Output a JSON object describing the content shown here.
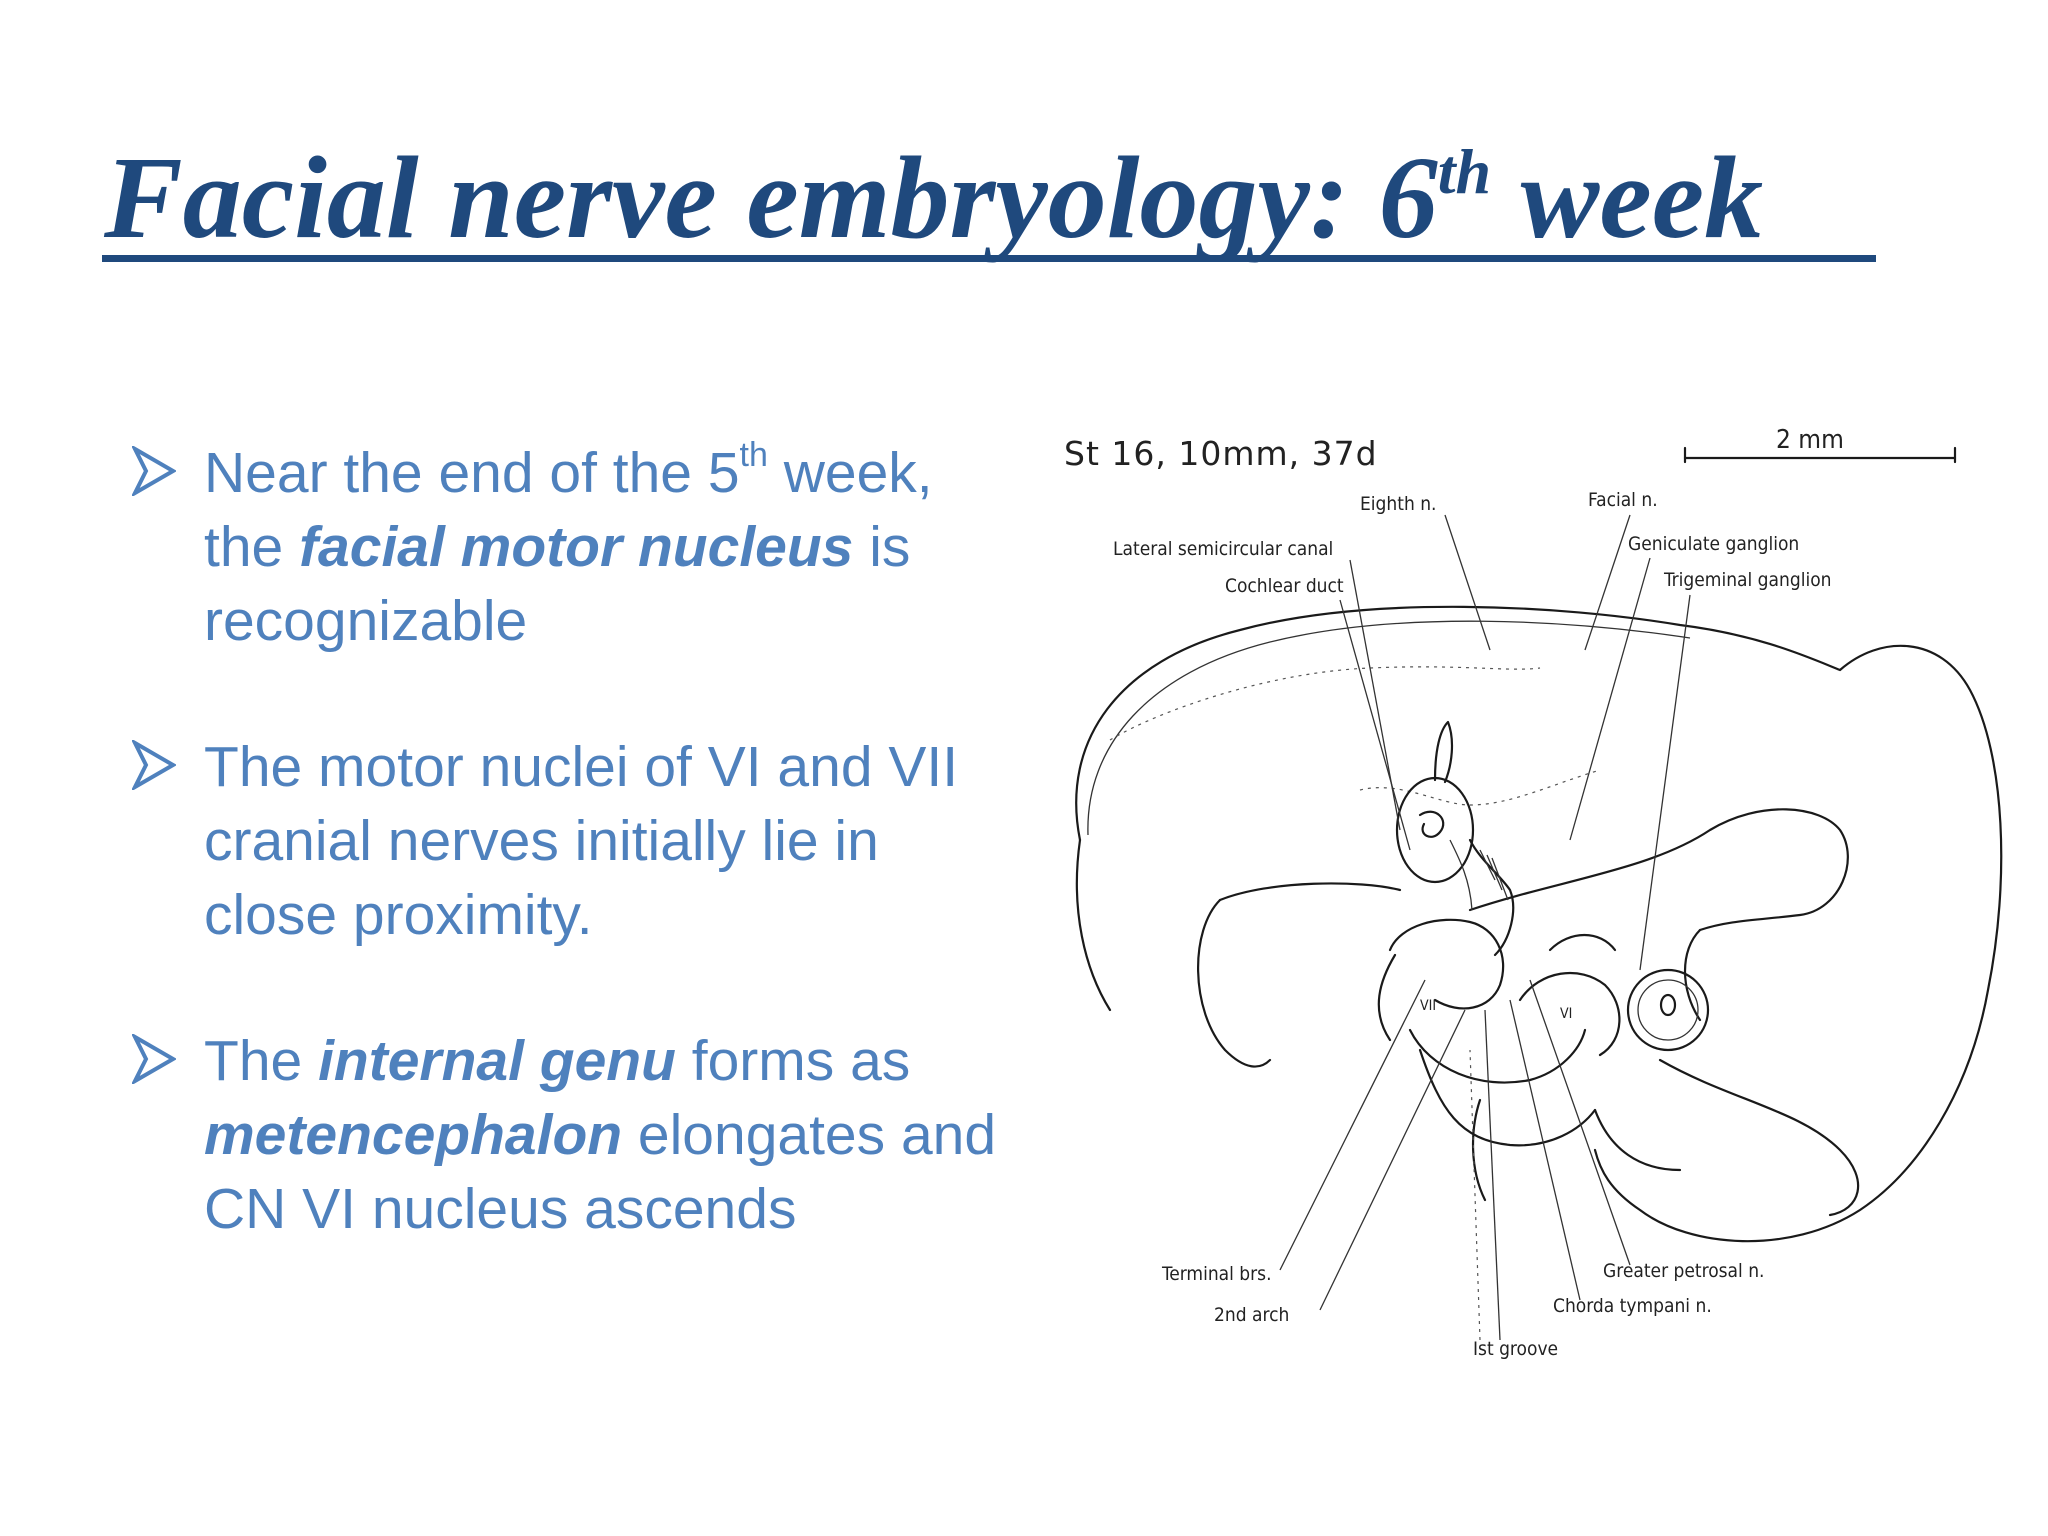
{
  "slide": {
    "title": {
      "before": "Facial nerve embryology: 6",
      "sup": "th",
      "after": " week"
    },
    "bullets": [
      {
        "parts": {
          "t1": "Near the end of the 5",
          "sup": "th",
          "t2": " week, the ",
          "em1": "facial motor nucleus",
          "t3": " is recognizable"
        }
      },
      {
        "parts": {
          "t1": "The motor nuclei of  VI and VII cranial nerves initially lie in close proximity."
        }
      },
      {
        "parts": {
          "t0": " The ",
          "em1": "internal genu",
          "t1": " forms as ",
          "em2": "metencephalon",
          "t2": "  elongates and CN VI nucleus ascends"
        }
      }
    ],
    "colors": {
      "title": "#1f497d",
      "body": "#4f81bd"
    },
    "bullet_icon": "arrowhead-bullet-icon"
  },
  "figure": {
    "stage_label": "St 16, 10mm, 37d",
    "scale_label": "2 mm",
    "labels": {
      "eighth": "Eighth n.",
      "facial": "Facial n.",
      "lateral_canal": "Lateral semicircular canal",
      "cochlear": "Cochlear duct",
      "geniculate": "Geniculate ganglion",
      "trigeminal": "Trigeminal ganglion",
      "terminal": "Terminal brs.",
      "second_arch": "2nd arch",
      "greater_petrosal": "Greater petrosal n.",
      "chorda": "Chorda tympani n.",
      "first_groove": "Ist groove",
      "tiny_vii": "VII",
      "tiny_vi": "VI"
    }
  }
}
